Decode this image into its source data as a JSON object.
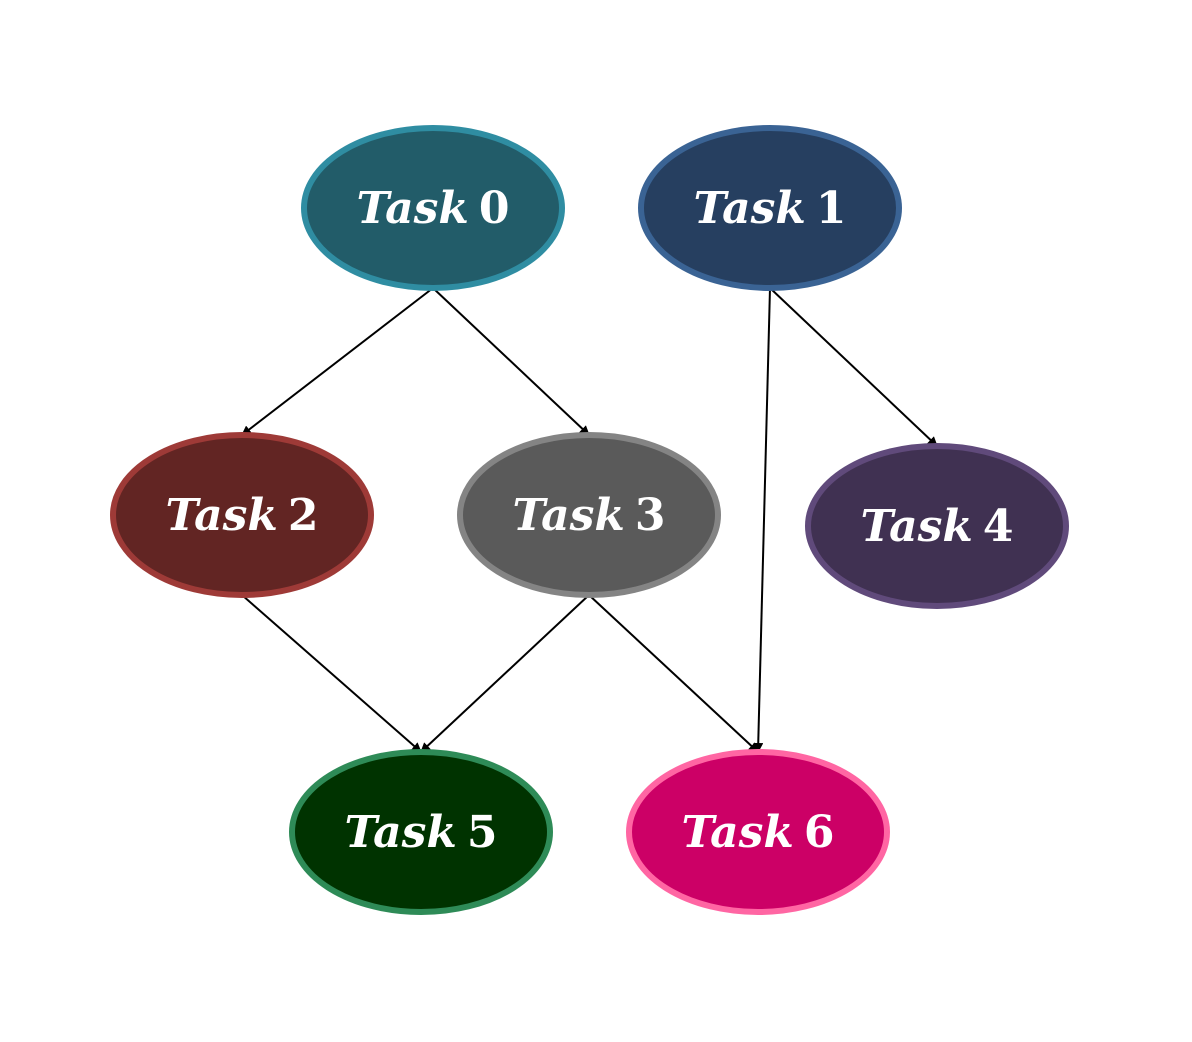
{
  "diagram": {
    "type": "task-dependency-graph",
    "nodes": [
      {
        "id": "t0",
        "label_var": "Task",
        "label_num": "0",
        "fill": "#225C69",
        "stroke": "#2F8DA2"
      },
      {
        "id": "t1",
        "label_var": "Task",
        "label_num": "1",
        "fill": "#263F60",
        "stroke": "#3A6394"
      },
      {
        "id": "t2",
        "label_var": "Task",
        "label_num": "2",
        "fill": "#622523",
        "stroke": "#9E3A37"
      },
      {
        "id": "t3",
        "label_var": "Task",
        "label_num": "3",
        "fill": "#5A5A5A",
        "stroke": "#848484"
      },
      {
        "id": "t4",
        "label_var": "Task",
        "label_num": "4",
        "fill": "#403152",
        "stroke": "#604A7B"
      },
      {
        "id": "t5",
        "label_var": "Task",
        "label_num": "5",
        "fill": "#003300",
        "stroke": "#2E8B57"
      },
      {
        "id": "t6",
        "label_var": "Task",
        "label_num": "6",
        "fill": "#CC0066",
        "stroke": "#FF66A3"
      }
    ],
    "edges": [
      {
        "from": "t0",
        "to": "t2"
      },
      {
        "from": "t0",
        "to": "t3"
      },
      {
        "from": "t1",
        "to": "t4"
      },
      {
        "from": "t1",
        "to": "t6"
      },
      {
        "from": "t2",
        "to": "t5"
      },
      {
        "from": "t3",
        "to": "t5"
      },
      {
        "from": "t3",
        "to": "t6"
      }
    ]
  }
}
